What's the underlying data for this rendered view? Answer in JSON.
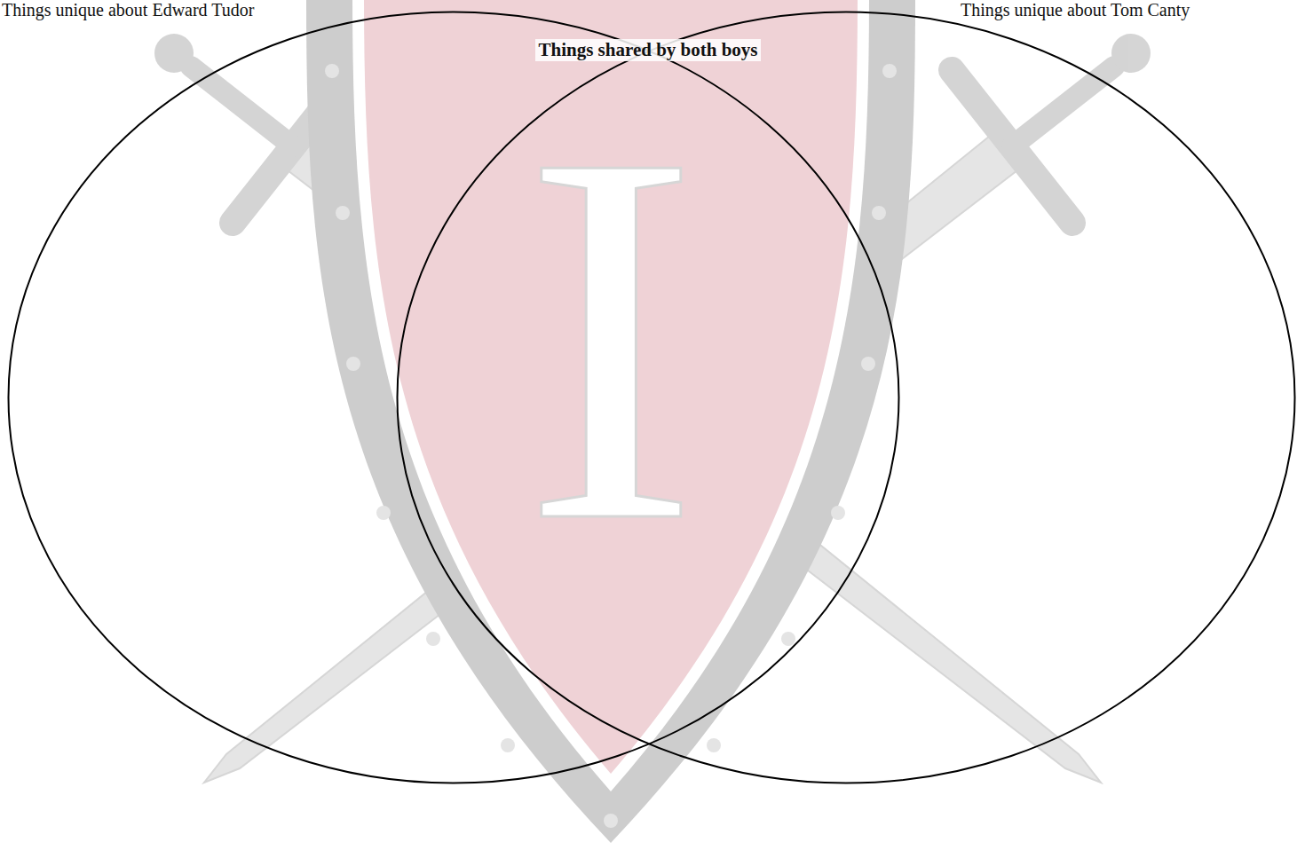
{
  "diagram": {
    "nodes": [
      {
        "text": [
          "Things unique about Edward Tudor"
        ]
      },
      {
        "text": [
          "Things unique about Tom Canty"
        ]
      }
    ],
    "labels": [
      "Things shared by both boys",
      "I"
    ]
  }
}
